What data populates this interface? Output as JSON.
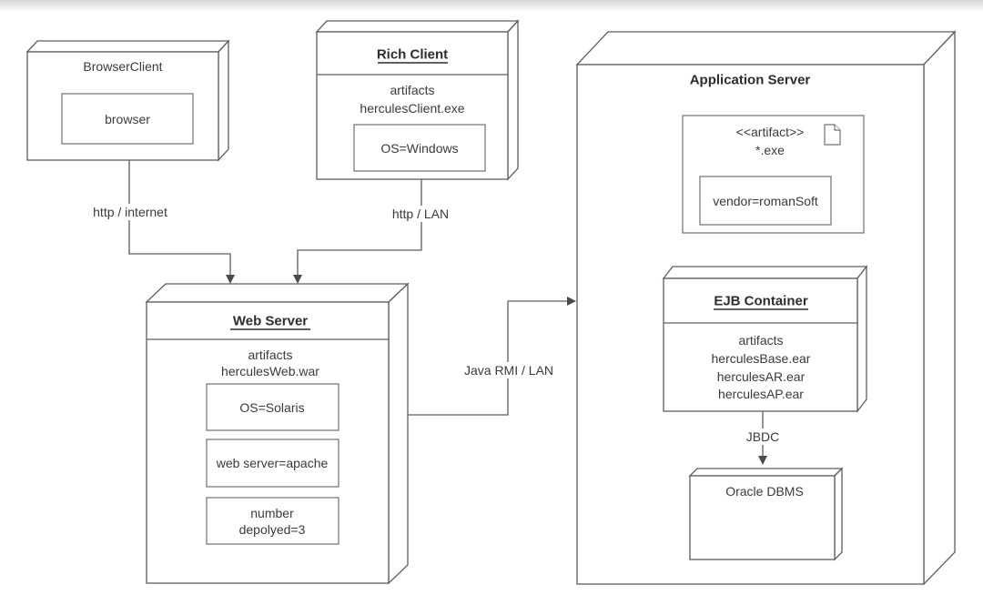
{
  "colors": {
    "line": "#5e5e5e",
    "inner_box_line": "#707070",
    "text": "#3a3a3a",
    "title_text": "#2d2d2d",
    "background": "#ffffff",
    "top_fade": "#d4d4d4"
  },
  "nodes": {
    "browser_client": {
      "title": "BrowserClient",
      "component": "browser"
    },
    "rich_client": {
      "title": "Rich Client",
      "artifacts_heading": "artifacts",
      "artifact": "herculesClient.exe",
      "property": "OS=Windows"
    },
    "web_server": {
      "title": "Web Server",
      "artifacts_heading": "artifacts",
      "artifact": "herculesWeb.war",
      "prop_os": "OS=Solaris",
      "prop_server": "web server=apache",
      "prop_number_line1": "number",
      "prop_number_line2": "depolyed=3"
    },
    "application_server": {
      "title": "Application Server"
    },
    "exe_artifact": {
      "stereotype": "<<artifact>>",
      "name": "*.exe",
      "property": "vendor=romanSoft"
    },
    "ejb_container": {
      "title": "EJB Container",
      "artifacts_heading": "artifacts",
      "artifact_lines": [
        "herculesBase.ear",
        "herculesAR.ear",
        "herculesAP.ear"
      ]
    },
    "oracle_dbms": {
      "title": "Oracle DBMS"
    }
  },
  "connectors": {
    "browser_to_web": {
      "label": "http / internet"
    },
    "rich_to_web": {
      "label": "http / LAN"
    },
    "web_to_app": {
      "label": "Java RMI / LAN"
    },
    "ejb_to_oracle": {
      "label": "JBDC"
    }
  }
}
